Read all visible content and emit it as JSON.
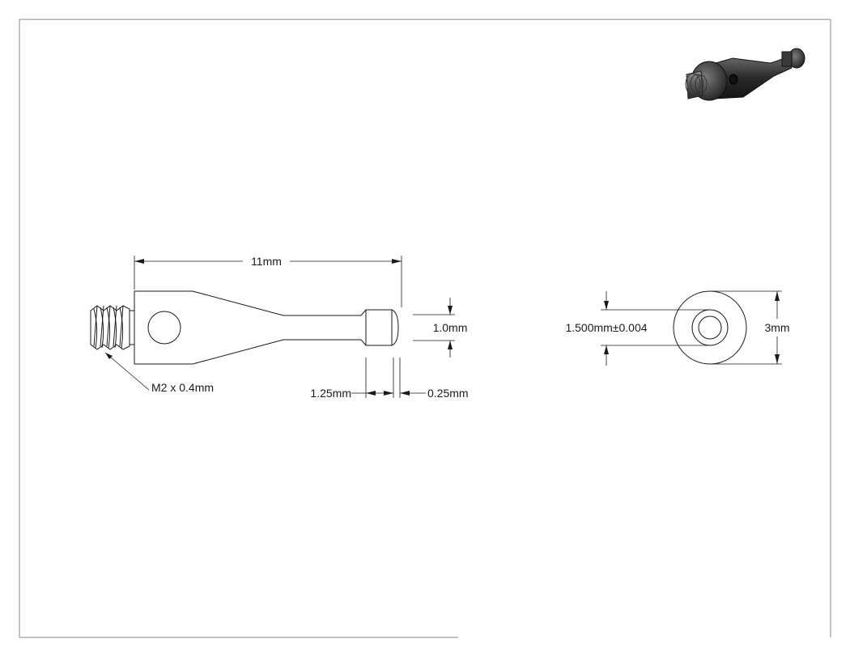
{
  "drawing": {
    "labels": {
      "overall_length": "11mm",
      "tip_diameter": "1.0mm",
      "thread": "M2 x 0.4mm",
      "tip_length": "1.25mm",
      "tip_chamfer": "0.25mm",
      "bore_diameter": "1.500mm±0.004",
      "outer_diameter": "3mm"
    }
  }
}
